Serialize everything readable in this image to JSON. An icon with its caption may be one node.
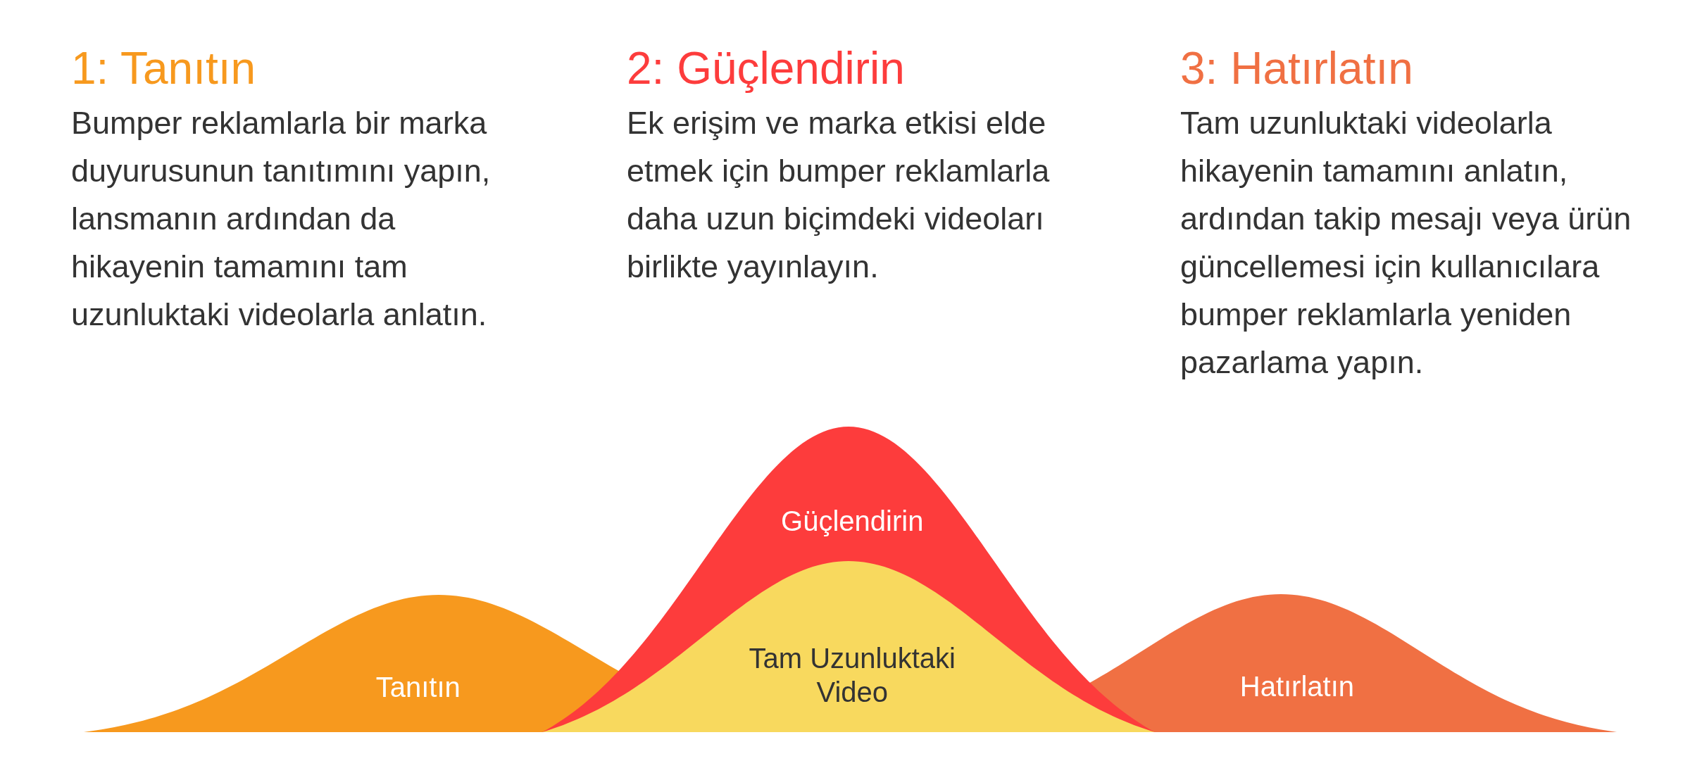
{
  "diagram": {
    "nodes": [
      {
        "text": [
          "Tanıtın"
        ]
      },
      {
        "text": [
          "Güçlendirin"
        ]
      },
      {
        "text": [
          "Tam Uzunluktaki Video"
        ],
        "in": 1
      },
      {
        "text": [
          "Hatırlatın"
        ]
      }
    ],
    "labels": [
      "1: Tanıtın",
      "Bumper reklamlarla bir marka duyurusunun tanıtımını yapın, lansmanın ardından da hikayenin tamamını tam uzunluktaki videolarla anlatın.",
      "2: Güçlendirin",
      "Ek erişim ve marka etkisi elde etmek için bumper reklamlarla daha uzun biçimdeki videoları birlikte yayınlayın.",
      "3: Hatırlatın",
      "Tam uzunluktaki videolarla hikayenin tamamını anlatın, ardından takip mesajı veya ürün güncellemesi için kullanıcılara bumper reklamlarla yeniden pazarlama yapın."
    ]
  }
}
